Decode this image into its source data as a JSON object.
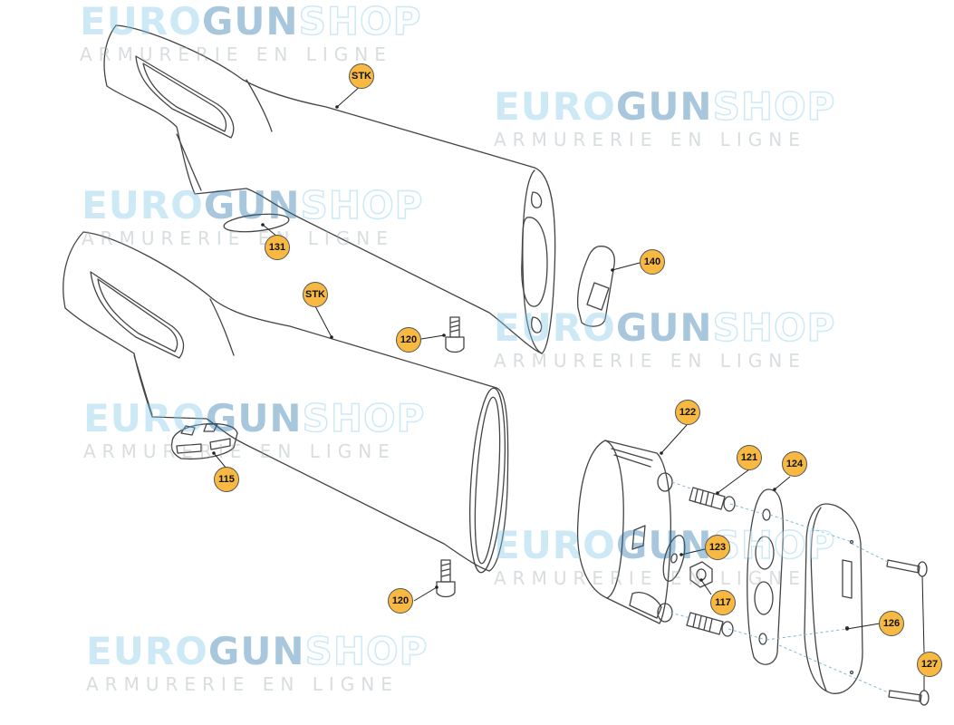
{
  "watermark": {
    "brand_part1": "EURO",
    "brand_part2": "GUN",
    "brand_part3": "SHOP",
    "tagline": "ARMURERIE EN LIGNE"
  },
  "callouts": [
    {
      "id": "stk-top",
      "label": "STK"
    },
    {
      "id": "131",
      "label": "131"
    },
    {
      "id": "140",
      "label": "140"
    },
    {
      "id": "stk-lower",
      "label": "STK"
    },
    {
      "id": "120-upper",
      "label": "120"
    },
    {
      "id": "115",
      "label": "115"
    },
    {
      "id": "122",
      "label": "122"
    },
    {
      "id": "121",
      "label": "121"
    },
    {
      "id": "124",
      "label": "124"
    },
    {
      "id": "123",
      "label": "123"
    },
    {
      "id": "117",
      "label": "117"
    },
    {
      "id": "126",
      "label": "126"
    },
    {
      "id": "127",
      "label": "127"
    },
    {
      "id": "120-lower",
      "label": "120"
    }
  ],
  "colors": {
    "callout_fill": "#f7b942",
    "line": "#444444",
    "leader_dash": "#7fb7d6"
  }
}
